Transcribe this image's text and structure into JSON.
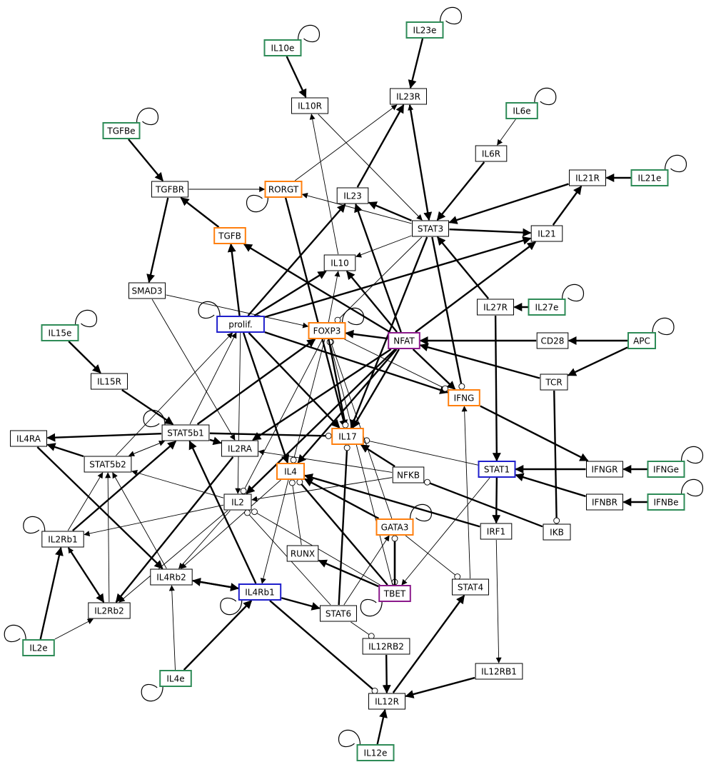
{
  "colors": {
    "plain": "#000000",
    "input": "#2e8b57",
    "output": "#ff7f0e",
    "receptor": "#1f1fcc",
    "master": "#8b1a8b"
  },
  "nodes": [
    {
      "id": "IL23e",
      "label": "IL23e",
      "kind": "input"
    },
    {
      "id": "IL10e",
      "label": "IL10e",
      "kind": "input"
    },
    {
      "id": "IL23R",
      "label": "IL23R",
      "kind": "plain"
    },
    {
      "id": "IL10R",
      "label": "IL10R",
      "kind": "plain"
    },
    {
      "id": "IL6e",
      "label": "IL6e",
      "kind": "input"
    },
    {
      "id": "TGFBe",
      "label": "TGFBe",
      "kind": "input"
    },
    {
      "id": "IL6R",
      "label": "IL6R",
      "kind": "plain"
    },
    {
      "id": "IL21R",
      "label": "IL21R",
      "kind": "plain"
    },
    {
      "id": "IL21e",
      "label": "IL21e",
      "kind": "input"
    },
    {
      "id": "TGFBR",
      "label": "TGFBR",
      "kind": "plain"
    },
    {
      "id": "RORGT",
      "label": "RORGT",
      "kind": "output"
    },
    {
      "id": "IL23",
      "label": "IL23",
      "kind": "plain"
    },
    {
      "id": "STAT3",
      "label": "STAT3",
      "kind": "plain"
    },
    {
      "id": "TGFB",
      "label": "TGFB",
      "kind": "output"
    },
    {
      "id": "IL21",
      "label": "IL21",
      "kind": "plain"
    },
    {
      "id": "IL10",
      "label": "IL10",
      "kind": "plain"
    },
    {
      "id": "SMAD3",
      "label": "SMAD3",
      "kind": "plain"
    },
    {
      "id": "IL27R",
      "label": "IL27R",
      "kind": "plain"
    },
    {
      "id": "IL27e",
      "label": "IL27e",
      "kind": "input"
    },
    {
      "id": "prolif",
      "label": "prolif.",
      "kind": "receptor"
    },
    {
      "id": "FOXP3",
      "label": "FOXP3",
      "kind": "output"
    },
    {
      "id": "NFAT",
      "label": "NFAT",
      "kind": "master"
    },
    {
      "id": "CD28",
      "label": "CD28",
      "kind": "plain"
    },
    {
      "id": "APC",
      "label": "APC",
      "kind": "input"
    },
    {
      "id": "IL15e",
      "label": "IL15e",
      "kind": "input"
    },
    {
      "id": "IL15R",
      "label": "IL15R",
      "kind": "plain"
    },
    {
      "id": "TCR",
      "label": "TCR",
      "kind": "plain"
    },
    {
      "id": "IFNG",
      "label": "IFNG",
      "kind": "output"
    },
    {
      "id": "IL4RA",
      "label": "IL4RA",
      "kind": "plain"
    },
    {
      "id": "STAT5b1",
      "label": "STAT5b1",
      "kind": "plain"
    },
    {
      "id": "IL2RA",
      "label": "IL2RA",
      "kind": "plain"
    },
    {
      "id": "IL17",
      "label": "IL17",
      "kind": "output"
    },
    {
      "id": "STAT5b2",
      "label": "STAT5b2",
      "kind": "plain"
    },
    {
      "id": "IFNGR",
      "label": "IFNGR",
      "kind": "plain"
    },
    {
      "id": "IFNGe",
      "label": "IFNGe",
      "kind": "input"
    },
    {
      "id": "STAT1",
      "label": "STAT1",
      "kind": "receptor"
    },
    {
      "id": "IL4",
      "label": "IL4",
      "kind": "output"
    },
    {
      "id": "NFKB",
      "label": "NFKB",
      "kind": "plain"
    },
    {
      "id": "IL2",
      "label": "IL2",
      "kind": "plain"
    },
    {
      "id": "IFNBR",
      "label": "IFNBR",
      "kind": "plain"
    },
    {
      "id": "IFNBe",
      "label": "IFNBe",
      "kind": "input"
    },
    {
      "id": "IL2Rb1",
      "label": "IL2Rb1",
      "kind": "plain"
    },
    {
      "id": "GATA3",
      "label": "GATA3",
      "kind": "output"
    },
    {
      "id": "IRF1",
      "label": "IRF1",
      "kind": "plain"
    },
    {
      "id": "IKB",
      "label": "IKB",
      "kind": "plain"
    },
    {
      "id": "RUNX",
      "label": "RUNX",
      "kind": "plain"
    },
    {
      "id": "IL4Rb2",
      "label": "IL4Rb2",
      "kind": "plain"
    },
    {
      "id": "IL4Rb1",
      "label": "IL4Rb1",
      "kind": "receptor"
    },
    {
      "id": "TBET",
      "label": "TBET",
      "kind": "master"
    },
    {
      "id": "STAT4",
      "label": "STAT4",
      "kind": "plain"
    },
    {
      "id": "IL2Rb2",
      "label": "IL2Rb2",
      "kind": "plain"
    },
    {
      "id": "STAT6",
      "label": "STAT6",
      "kind": "plain"
    },
    {
      "id": "IL2e",
      "label": "IL2e",
      "kind": "input"
    },
    {
      "id": "IL12RB2",
      "label": "IL12RB2",
      "kind": "plain"
    },
    {
      "id": "IL12RB1",
      "label": "IL12RB1",
      "kind": "plain"
    },
    {
      "id": "IL4e",
      "label": "IL4e",
      "kind": "input"
    },
    {
      "id": "IL12R",
      "label": "IL12R",
      "kind": "plain"
    },
    {
      "id": "IL12e",
      "label": "IL12e",
      "kind": "input"
    }
  ],
  "edges": [
    {
      "from": "IL23e",
      "to": "IL23R",
      "type": "act",
      "weight": "thick"
    },
    {
      "from": "IL10e",
      "to": "IL10R",
      "type": "act",
      "weight": "thick"
    },
    {
      "from": "IL6e",
      "to": "IL6R",
      "type": "act",
      "weight": "thin"
    },
    {
      "from": "TGFBe",
      "to": "TGFBR",
      "type": "act",
      "weight": "thick"
    },
    {
      "from": "IL21e",
      "to": "IL21R",
      "type": "act",
      "weight": "thick"
    },
    {
      "from": "IL27e",
      "to": "IL27R",
      "type": "act",
      "weight": "thick"
    },
    {
      "from": "APC",
      "to": "CD28",
      "type": "act",
      "weight": "thick"
    },
    {
      "from": "APC",
      "to": "TCR",
      "type": "act",
      "weight": "thick"
    },
    {
      "from": "IL15e",
      "to": "IL15R",
      "type": "act",
      "weight": "thick"
    },
    {
      "from": "IFNGe",
      "to": "IFNGR",
      "type": "act",
      "weight": "thick"
    },
    {
      "from": "IFNBe",
      "to": "IFNBR",
      "type": "act",
      "weight": "thick"
    },
    {
      "from": "IL2e",
      "to": "IL2Rb1",
      "type": "act",
      "weight": "thick"
    },
    {
      "from": "IL2e",
      "to": "IL2Rb2",
      "type": "act",
      "weight": "thin"
    },
    {
      "from": "IL4e",
      "to": "IL4Rb1",
      "type": "act",
      "weight": "thick"
    },
    {
      "from": "IL4e",
      "to": "IL4Rb2",
      "type": "act",
      "weight": "thin"
    },
    {
      "from": "IL12e",
      "to": "IL12R",
      "type": "act",
      "weight": "thick"
    },
    {
      "from": "IL6R",
      "to": "STAT3",
      "type": "act",
      "weight": "thick"
    },
    {
      "from": "IL21R",
      "to": "STAT3",
      "type": "act",
      "weight": "thick"
    },
    {
      "from": "IL23R",
      "to": "STAT3",
      "type": "act",
      "weight": "thick"
    },
    {
      "from": "IL27R",
      "to": "STAT3",
      "type": "act",
      "weight": "thick"
    },
    {
      "from": "IL27R",
      "to": "STAT1",
      "type": "act",
      "weight": "thick"
    },
    {
      "from": "IL10R",
      "to": "STAT3",
      "type": "act",
      "weight": "thin"
    },
    {
      "from": "STAT3",
      "to": "IL23R",
      "type": "act",
      "weight": "thin"
    },
    {
      "from": "STAT3",
      "to": "IL23",
      "type": "act",
      "weight": "thick"
    },
    {
      "from": "STAT3",
      "to": "IL21",
      "type": "act",
      "weight": "thick"
    },
    {
      "from": "STAT3",
      "to": "IL10",
      "type": "act",
      "weight": "thin"
    },
    {
      "from": "STAT3",
      "to": "RORGT",
      "type": "act",
      "weight": "thin"
    },
    {
      "from": "STAT3",
      "to": "IL17",
      "type": "act",
      "weight": "thick"
    },
    {
      "from": "STAT3",
      "to": "IFNG",
      "type": "inh",
      "weight": "thick"
    },
    {
      "from": "STAT3",
      "to": "FOXP3",
      "type": "inh",
      "weight": "thin"
    },
    {
      "from": "IL23",
      "to": "IL23R",
      "type": "act",
      "weight": "thick"
    },
    {
      "from": "IL21",
      "to": "IL21R",
      "type": "act",
      "weight": "thick"
    },
    {
      "from": "TGFBR",
      "to": "RORGT",
      "type": "act",
      "weight": "thin"
    },
    {
      "from": "TGFBR",
      "to": "SMAD3",
      "type": "act",
      "weight": "thick"
    },
    {
      "from": "SMAD3",
      "to": "FOXP3",
      "type": "act",
      "weight": "thin"
    },
    {
      "from": "SMAD3",
      "to": "IL2RA",
      "type": "act",
      "weight": "thin"
    },
    {
      "from": "TGFB",
      "to": "TGFBR",
      "type": "act",
      "weight": "thick"
    },
    {
      "from": "RORGT",
      "to": "IL17",
      "type": "act",
      "weight": "thick"
    },
    {
      "from": "RORGT",
      "to": "IL23R",
      "type": "act",
      "weight": "thin"
    },
    {
      "from": "IL10",
      "to": "IL10R",
      "type": "act",
      "weight": "thin"
    },
    {
      "from": "prolif",
      "to": "TGFB",
      "type": "act",
      "weight": "thick"
    },
    {
      "from": "prolif",
      "to": "IL23",
      "type": "act",
      "weight": "thick"
    },
    {
      "from": "prolif",
      "to": "IL10",
      "type": "act",
      "weight": "thick"
    },
    {
      "from": "prolif",
      "to": "IL21",
      "type": "act",
      "weight": "thick"
    },
    {
      "from": "prolif",
      "to": "IL17",
      "type": "act",
      "weight": "thick"
    },
    {
      "from": "prolif",
      "to": "IFNG",
      "type": "act",
      "weight": "thick"
    },
    {
      "from": "prolif",
      "to": "IL4",
      "type": "act",
      "weight": "thick"
    },
    {
      "from": "prolif",
      "to": "IL2",
      "type": "act",
      "weight": "thin"
    },
    {
      "from": "NFAT",
      "to": "TGFB",
      "type": "act",
      "weight": "thick"
    },
    {
      "from": "NFAT",
      "to": "IL23",
      "type": "act",
      "weight": "thick"
    },
    {
      "from": "NFAT",
      "to": "IL10",
      "type": "act",
      "weight": "thick"
    },
    {
      "from": "NFAT",
      "to": "IL21",
      "type": "act",
      "weight": "thick"
    },
    {
      "from": "NFAT",
      "to": "IL17",
      "type": "act",
      "weight": "thick"
    },
    {
      "from": "NFAT",
      "to": "IFNG",
      "type": "act",
      "weight": "thick"
    },
    {
      "from": "NFAT",
      "to": "IL4",
      "type": "act",
      "weight": "thick"
    },
    {
      "from": "NFAT",
      "to": "IL2",
      "type": "act",
      "weight": "thick"
    },
    {
      "from": "NFAT",
      "to": "IL2RA",
      "type": "act",
      "weight": "thick"
    },
    {
      "from": "NFAT",
      "to": "FOXP3",
      "type": "act",
      "weight": "thick"
    },
    {
      "from": "CD28",
      "to": "NFAT",
      "type": "act",
      "weight": "thick"
    },
    {
      "from": "TCR",
      "to": "NFAT",
      "type": "act",
      "weight": "thick"
    },
    {
      "from": "TCR",
      "to": "IKB",
      "type": "inh",
      "weight": "thick"
    },
    {
      "from": "IL15R",
      "to": "STAT5b1",
      "type": "act",
      "weight": "thick"
    },
    {
      "from": "STAT5b1",
      "to": "IL4RA",
      "type": "act",
      "weight": "thick"
    },
    {
      "from": "STAT5b1",
      "to": "IL2RA",
      "type": "act",
      "weight": "thick"
    },
    {
      "from": "STAT5b1",
      "to": "FOXP3",
      "type": "act",
      "weight": "thick"
    },
    {
      "from": "STAT5b1",
      "to": "prolif",
      "type": "act",
      "weight": "thin"
    },
    {
      "from": "STAT5b1",
      "to": "IL17",
      "type": "inh",
      "weight": "thick"
    },
    {
      "from": "STAT5b1",
      "to": "STAT5b2",
      "type": "act",
      "weight": "thin"
    },
    {
      "from": "STAT5b2",
      "to": "IL4RA",
      "type": "act",
      "weight": "thick"
    },
    {
      "from": "STAT5b2",
      "to": "STAT5b1",
      "type": "act",
      "weight": "thin"
    },
    {
      "from": "STAT5b2",
      "to": "prolif",
      "type": "act",
      "weight": "thin"
    },
    {
      "from": "IL2Rb1",
      "to": "STAT5b1",
      "type": "act",
      "weight": "thick"
    },
    {
      "from": "IL2Rb1",
      "to": "STAT5b2",
      "type": "act",
      "weight": "thin"
    },
    {
      "from": "IL2Rb1",
      "to": "IL2Rb2",
      "type": "act",
      "weight": "thick"
    },
    {
      "from": "IL2Rb2",
      "to": "IL2Rb1",
      "type": "act",
      "weight": "thin"
    },
    {
      "from": "IL2Rb2",
      "to": "STAT5b2",
      "type": "act",
      "weight": "thin"
    },
    {
      "from": "IL4Rb2",
      "to": "STAT5b2",
      "type": "act",
      "weight": "thin"
    },
    {
      "from": "IL4Rb2",
      "to": "IL4Rb1",
      "type": "act",
      "weight": "thick"
    },
    {
      "from": "IL4Rb1",
      "to": "IL4Rb2",
      "type": "act",
      "weight": "thick"
    },
    {
      "from": "IL4Rb1",
      "to": "STAT5b1",
      "type": "act",
      "weight": "thick"
    },
    {
      "from": "IL4Rb1",
      "to": "STAT6",
      "type": "act",
      "weight": "thick"
    },
    {
      "from": "IL4Rb1",
      "to": "IL12R",
      "type": "inh",
      "weight": "thick"
    },
    {
      "from": "IL4RA",
      "to": "IL4Rb2",
      "type": "act",
      "weight": "thick"
    },
    {
      "from": "IL2RA",
      "to": "IL2Rb2",
      "type": "act",
      "weight": "thick"
    },
    {
      "from": "IL2",
      "to": "IL2Rb1",
      "type": "act",
      "weight": "thin"
    },
    {
      "from": "IL2",
      "to": "IL2Rb2",
      "type": "act",
      "weight": "thin"
    },
    {
      "from": "IL2",
      "to": "STAT5b2",
      "type": "act",
      "weight": "thin"
    },
    {
      "from": "IL2",
      "to": "IL4Rb2",
      "type": "act",
      "weight": "thin"
    },
    {
      "from": "IL4",
      "to": "IL4Rb1",
      "type": "act",
      "weight": "thin"
    },
    {
      "from": "IL4",
      "to": "IL4Rb2",
      "type": "act",
      "weight": "thin"
    },
    {
      "from": "IFNGR",
      "to": "STAT1",
      "type": "act",
      "weight": "thick"
    },
    {
      "from": "IFNBR",
      "to": "STAT1",
      "type": "act",
      "weight": "thick"
    },
    {
      "from": "IFNG",
      "to": "IFNGR",
      "type": "act",
      "weight": "thick"
    },
    {
      "from": "STAT1",
      "to": "IRF1",
      "type": "act",
      "weight": "thick"
    },
    {
      "from": "STAT1",
      "to": "IL17",
      "type": "inh",
      "weight": "thin"
    },
    {
      "from": "STAT1",
      "to": "TBET",
      "type": "act",
      "weight": "thin"
    },
    {
      "from": "IRF1",
      "to": "IL12RB1",
      "type": "act",
      "weight": "thin"
    },
    {
      "from": "IRF1",
      "to": "IL4",
      "type": "act",
      "weight": "thick"
    },
    {
      "from": "IKB",
      "to": "NFKB",
      "type": "inh",
      "weight": "thick"
    },
    {
      "from": "NFKB",
      "to": "IL17",
      "type": "act",
      "weight": "thick"
    },
    {
      "from": "NFKB",
      "to": "IL2RA",
      "type": "act",
      "weight": "thin"
    },
    {
      "from": "NFKB",
      "to": "IL2",
      "type": "act",
      "weight": "thin"
    },
    {
      "from": "GATA3",
      "to": "IL4",
      "type": "act",
      "weight": "thick"
    },
    {
      "from": "GATA3",
      "to": "TBET",
      "type": "inh",
      "weight": "thick"
    },
    {
      "from": "GATA3",
      "to": "STAT4",
      "type": "inh",
      "weight": "thin"
    },
    {
      "from": "GATA3",
      "to": "FOXP3",
      "type": "inh",
      "weight": "thin"
    },
    {
      "from": "TBET",
      "to": "GATA3",
      "type": "inh",
      "weight": "thick"
    },
    {
      "from": "TBET",
      "to": "RUNX",
      "type": "act",
      "weight": "thick"
    },
    {
      "from": "TBET",
      "to": "IL4",
      "type": "inh",
      "weight": "thick"
    },
    {
      "from": "TBET",
      "to": "IL2",
      "type": "inh",
      "weight": "thin"
    },
    {
      "from": "TBET",
      "to": "FOXP3",
      "type": "inh",
      "weight": "thin"
    },
    {
      "from": "RUNX",
      "to": "IL4",
      "type": "inh",
      "weight": "thin"
    },
    {
      "from": "STAT6",
      "to": "GATA3",
      "type": "act",
      "weight": "thin"
    },
    {
      "from": "STAT6",
      "to": "IL17",
      "type": "inh",
      "weight": "thick"
    },
    {
      "from": "STAT6",
      "to": "IL12RB2",
      "type": "inh",
      "weight": "thin"
    },
    {
      "from": "STAT6",
      "to": "IL2",
      "type": "inh",
      "weight": "thin"
    },
    {
      "from": "IL12RB2",
      "to": "IL12R",
      "type": "act",
      "weight": "thick"
    },
    {
      "from": "IL12RB1",
      "to": "IL12R",
      "type": "act",
      "weight": "thick"
    },
    {
      "from": "IL12R",
      "to": "STAT4",
      "type": "act",
      "weight": "thick"
    },
    {
      "from": "STAT4",
      "to": "IFNG",
      "type": "act",
      "weight": "thin"
    },
    {
      "from": "FOXP3",
      "to": "IL17",
      "type": "inh",
      "weight": "thick"
    },
    {
      "from": "FOXP3",
      "to": "IFNG",
      "type": "inh",
      "weight": "thin"
    },
    {
      "from": "FOXP3",
      "to": "IL4",
      "type": "inh",
      "weight": "thin"
    },
    {
      "from": "FOXP3",
      "to": "IL2",
      "type": "inh",
      "weight": "thin"
    },
    {
      "from": "FOXP3",
      "to": "IL10",
      "type": "act",
      "weight": "thin"
    }
  ],
  "self_loops": [
    "IL23e",
    "IL10e",
    "IL6e",
    "TGFBe",
    "IL21e",
    "IL27e",
    "APC",
    "IL15e",
    "IFNGe",
    "IFNBe",
    "IL2e",
    "IL4e",
    "IL12e",
    "RORGT",
    "prolif",
    "FOXP3",
    "STAT5b1",
    "IL2Rb1",
    "GATA3",
    "TBET",
    "IL4Rb1"
  ]
}
